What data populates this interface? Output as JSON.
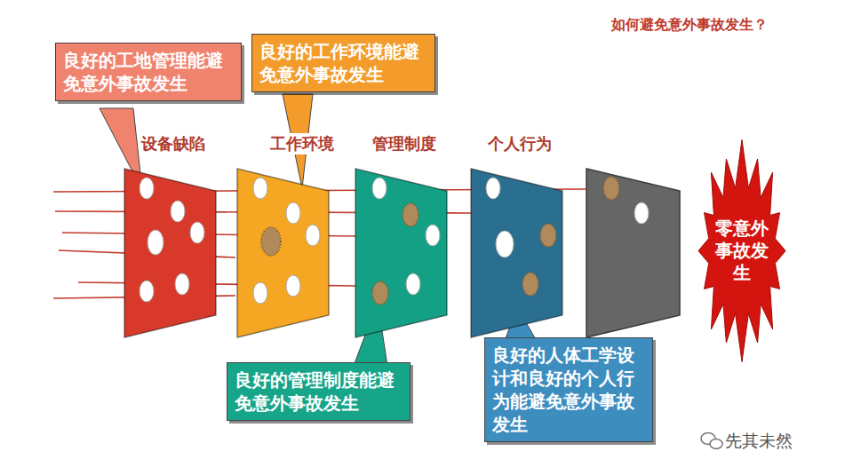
{
  "diagram": {
    "title": "如何避免意外事故发生？",
    "nodes": [
      {
        "text": [
          "良好的工地管理能避免意外事故发生"
        ]
      },
      {
        "text": [
          "良好的工作环境能避免意外事故发生"
        ]
      },
      {
        "text": [
          "设备缺陷"
        ]
      },
      {
        "text": [
          "工作环境"
        ]
      },
      {
        "text": [
          "管理制度"
        ]
      },
      {
        "text": [
          "个人行为"
        ]
      },
      {
        "text": [
          "零意外事故发生"
        ]
      },
      {
        "text": [
          "良好的管理制度能避免意外事故发生"
        ]
      },
      {
        "text": [
          "良好的人体工学设计和良好的个人行为能避免意外事故发生"
        ]
      }
    ],
    "labels": [
      "先其未然"
    ]
  }
}
